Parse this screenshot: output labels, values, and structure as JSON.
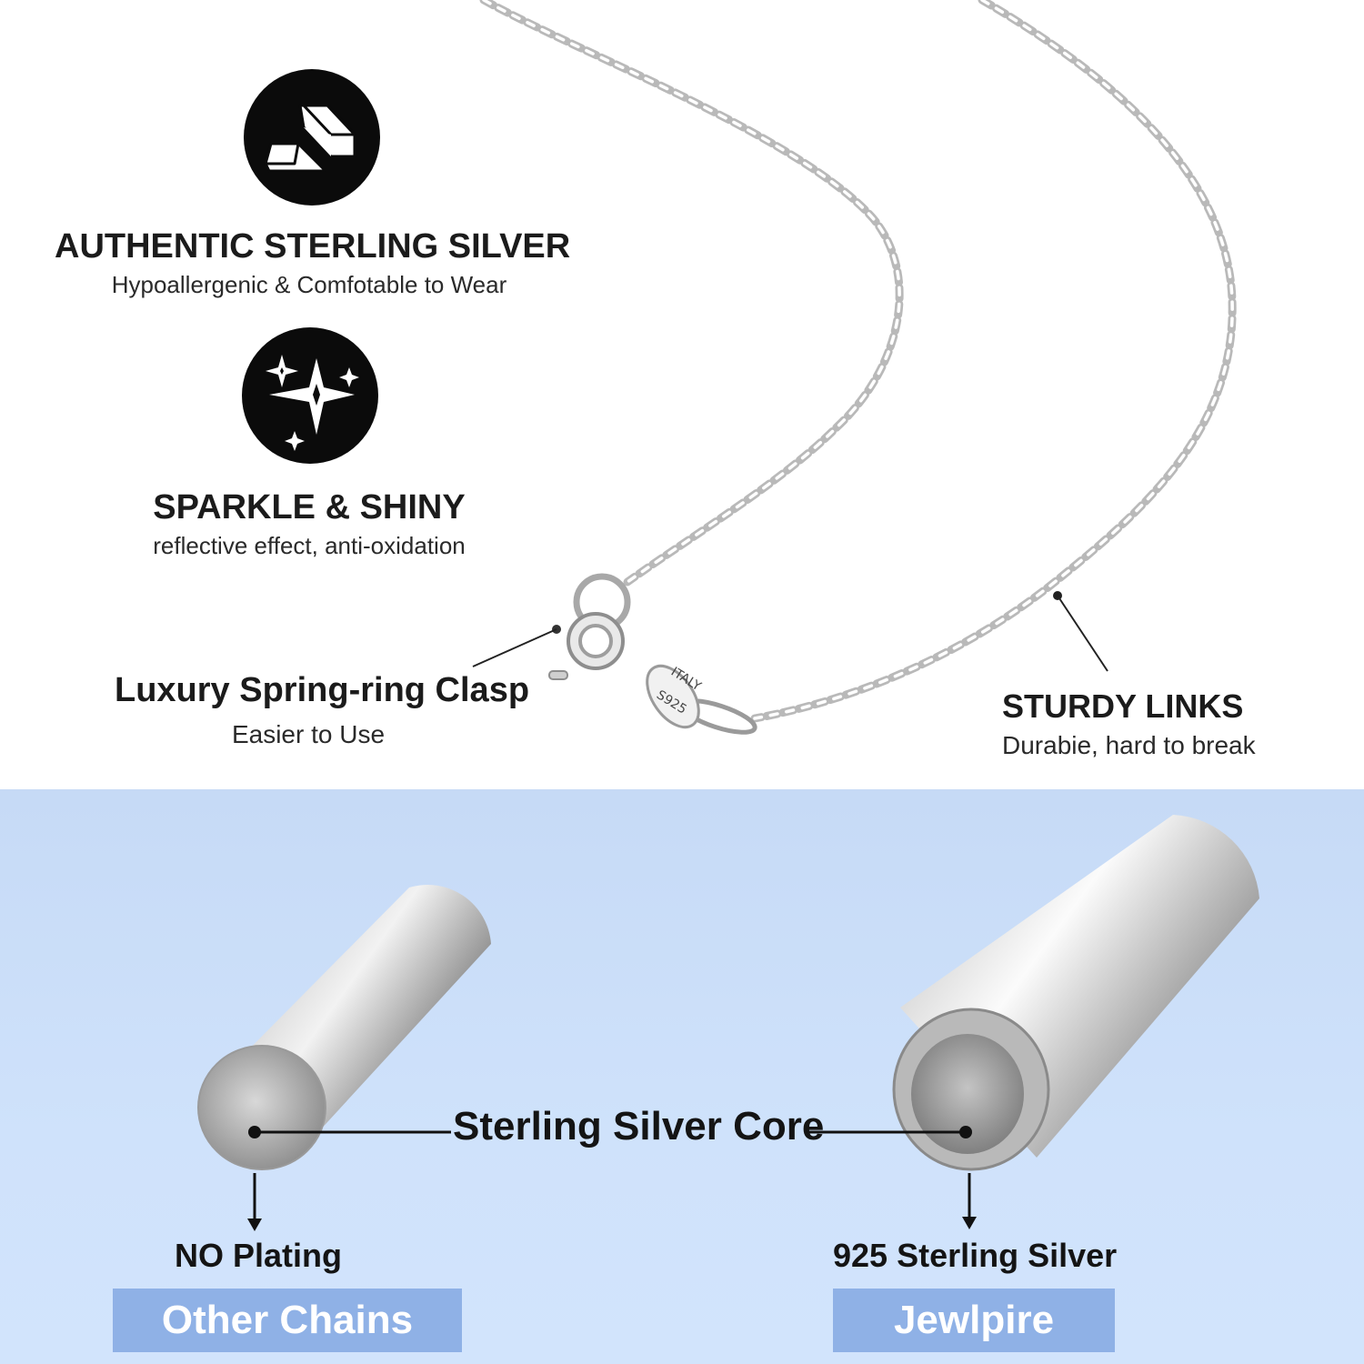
{
  "features": [
    {
      "icon": "silver-bars-icon",
      "title": "AUTHENTIC STERLING SILVER",
      "subtitle": "Hypoallergenic & Comfotable to Wear"
    },
    {
      "icon": "sparkle-stars-icon",
      "title": "SPARKLE & SHINY",
      "subtitle": "reflective effect, anti-oxidation"
    }
  ],
  "callouts": {
    "clasp": {
      "title": "Luxury Spring-ring Clasp",
      "subtitle": "Easier to Use"
    },
    "links": {
      "title": "STURDY LINKS",
      "subtitle": "Durabie, hard to break"
    }
  },
  "tag": {
    "line1": "ITALY",
    "line2": "S925"
  },
  "comparison": {
    "core_label": "Sterling Silver Core",
    "left": {
      "label": "NO Plating",
      "brand": "Other Chains"
    },
    "right": {
      "label": "925 Sterling Silver",
      "brand": "Jewlpire"
    }
  },
  "colors": {
    "brand_box": "#8fb1e6",
    "panel_background": "#cfe2fb",
    "icon_circle": "#0b0b0b"
  }
}
